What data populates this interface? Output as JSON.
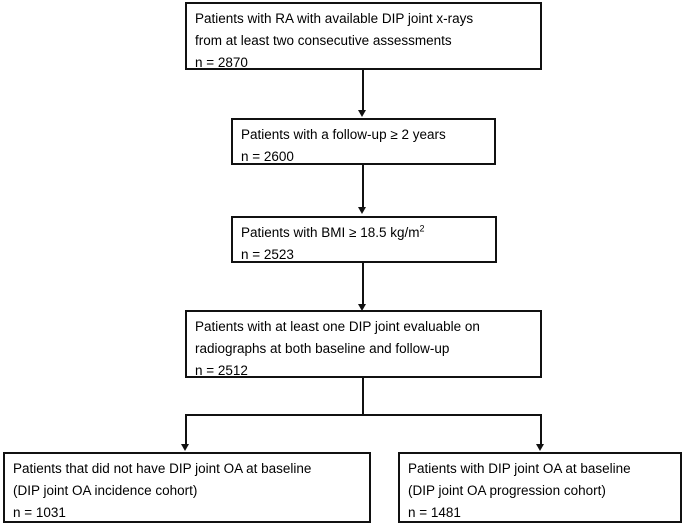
{
  "chart_type": "flowchart",
  "nodes": [
    {
      "id": "n1",
      "lines": [
        "Patients with RA with available DIP joint x-rays",
        "from at least two consecutive assessments"
      ],
      "count_label": "n = 2870",
      "count": 2870
    },
    {
      "id": "n2",
      "lines": [
        "Patients with a follow-up ≥ 2 years"
      ],
      "count_label": "n = 2600",
      "count": 2600
    },
    {
      "id": "n3",
      "lines": [
        "Patients with BMI ≥ 18.5 kg/m"
      ],
      "superscript": "2",
      "count_label": "n = 2523",
      "count": 2523
    },
    {
      "id": "n4",
      "lines": [
        "Patients with at least one DIP joint evaluable on",
        "radiographs at both baseline and follow-up"
      ],
      "count_label": "n = 2512",
      "count": 2512
    },
    {
      "id": "n5",
      "lines": [
        "Patients that did not have DIP joint OA at baseline",
        "(DIP joint OA incidence cohort)"
      ],
      "count_label": "n = 1031",
      "count": 1031
    },
    {
      "id": "n6",
      "lines": [
        "Patients with DIP joint OA at baseline",
        "(DIP joint OA progression cohort)"
      ],
      "count_label": "n = 1481",
      "count": 1481
    }
  ],
  "colors": {
    "stroke": "#111111",
    "background": "#ffffff",
    "text": "#000000"
  }
}
